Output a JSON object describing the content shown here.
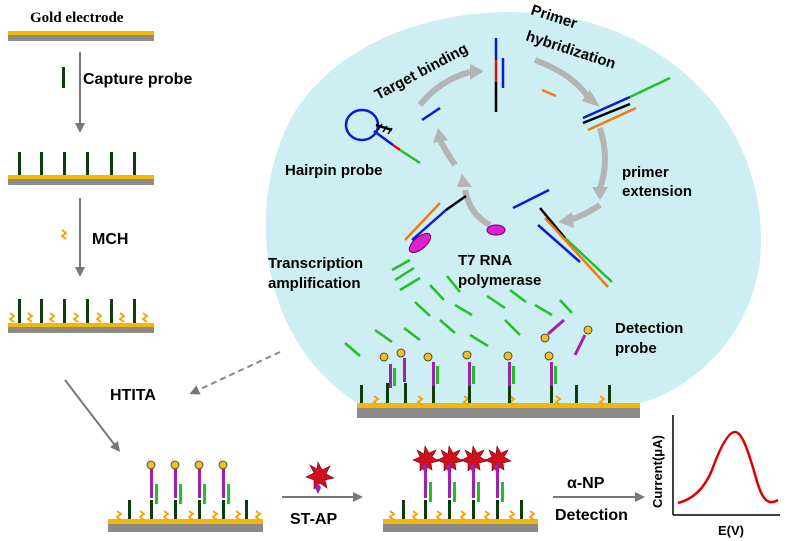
{
  "labels": {
    "gold_electrode": "Gold electrode",
    "capture_probe": "Capture probe",
    "mch": "MCH",
    "htita": "HTITA",
    "target_binding": "Target binding",
    "primer_line1": "Primer",
    "primer_line2": "hybridization",
    "hairpin_probe": "Hairpin probe",
    "primer_ext_line1": "primer",
    "primer_ext_line2": "extension",
    "transcription_line1": "Transcription",
    "transcription_line2": "amplification",
    "t7_line1": "T7 RNA",
    "t7_line2": "polymerase",
    "detection_line1": "Detection",
    "detection_line2": "probe",
    "st_ap": "ST-AP",
    "alpha_np": "α-NP",
    "detection": "Detection",
    "ylabel": "Current(μA)",
    "xlabel": "E(V)"
  },
  "colors": {
    "gold": "#f5b800",
    "electrode_gray": "#8a8a8a",
    "bubble": "#cdeef2",
    "capture_green": "#0d3d0d",
    "rna_green": "#22c022",
    "probe_purple": "#a020b0",
    "bead_yellow": "#f0c020",
    "peak_red": "#e00000",
    "strand_blue": "#0a1ad0",
    "strand_orange": "#f07a10",
    "strand_red": "#e01010",
    "arrow_gray": "#b4b4b4"
  }
}
